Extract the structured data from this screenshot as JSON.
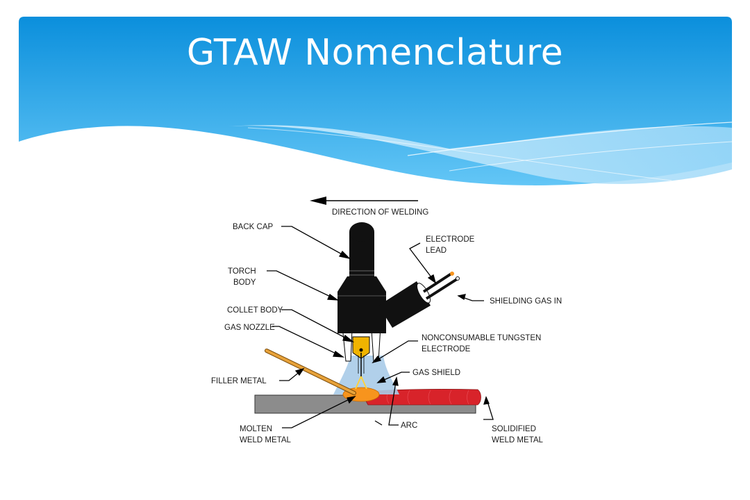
{
  "slide": {
    "title": "GTAW Nomenclature"
  },
  "colors": {
    "header_top": "#0b8fdc",
    "header_bottom": "#5cc3f5",
    "wave_light": "#bfe6fb",
    "torch_black": "#111111",
    "gas_shield": "#a9cbe8",
    "bead_red": "#d8232a",
    "molten_orange": "#f7941d",
    "filler": "#e7a23a",
    "plate_gray": "#8c8c8c"
  },
  "diagram": {
    "labels": {
      "direction": "DIRECTION OF WELDING",
      "back_cap": "BACK CAP",
      "torch_body_1": "TORCH",
      "torch_body_2": "BODY",
      "collet_body": "COLLET BODY",
      "gas_nozzle": "GAS NOZZLE",
      "filler_metal": "FILLER METAL",
      "electrode_lead_1": "ELECTRODE",
      "electrode_lead_2": "LEAD",
      "shielding_gas_in": "SHIELDING GAS IN",
      "tungsten_1": "NONCONSUMABLE TUNGSTEN",
      "tungsten_2": "ELECTRODE",
      "gas_shield": "GAS SHIELD",
      "arc": "ARC",
      "molten_1": "MOLTEN",
      "molten_2": "WELD METAL",
      "solidified_1": "SOLIDIFIED",
      "solidified_2": "WELD METAL"
    }
  }
}
